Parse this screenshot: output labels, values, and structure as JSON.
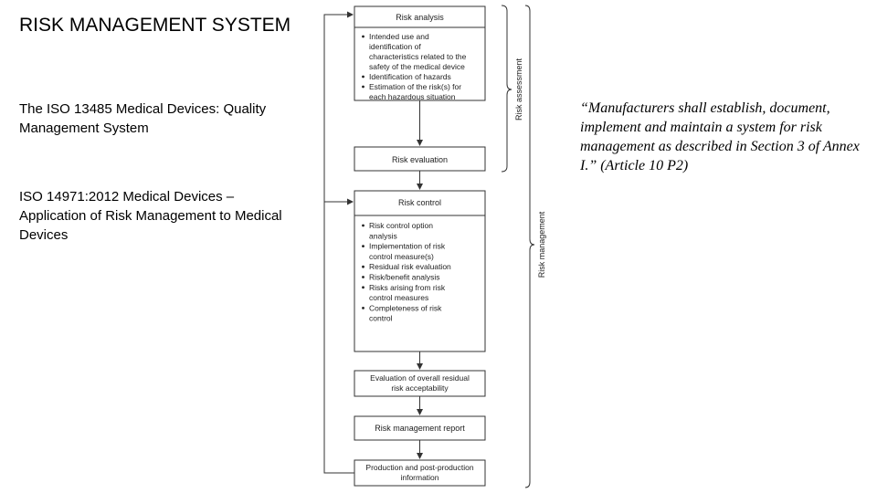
{
  "slide": {
    "title": "RISK MANAGEMENT SYSTEM",
    "paragraph_1": "The ISO 13485 Medical Devices: Quality Management System",
    "paragraph_2": "ISO 14971:2012 Medical Devices – Application of Risk Management to Medical Devices",
    "quote": "“Manufacturers shall establish, document, implement and maintain a system for risk management as described in Section 3 of Annex I.” (Article 10 P2)"
  },
  "diagram": {
    "risk_analysis": {
      "title": "Risk analysis",
      "items": [
        [
          "Intended use and",
          "identification of",
          "characteristics related to the",
          "safety of the medical device"
        ],
        [
          "Identification of hazards"
        ],
        [
          "Estimation of the risk(s) for",
          "each hazardous situation"
        ]
      ]
    },
    "risk_evaluation": {
      "title": "Risk evaluation"
    },
    "risk_control": {
      "title": "Risk control",
      "items": [
        [
          "Risk control option",
          "analysis"
        ],
        [
          "Implementation of risk",
          "control measure(s)"
        ],
        [
          "Residual risk evaluation"
        ],
        [
          "Risk/benefit analysis"
        ],
        [
          "Risks arising from risk",
          "control measures"
        ],
        [
          "Completeness of risk",
          "control"
        ]
      ]
    },
    "overall_residual": {
      "lines": [
        "Evaluation of overall residual",
        "risk acceptability"
      ]
    },
    "report": {
      "title": "Risk management report"
    },
    "production": {
      "lines": [
        "Production and post-production",
        "information"
      ]
    },
    "bracket_labels": {
      "risk_assessment": "Risk assessment",
      "risk_management": "Risk management"
    }
  }
}
